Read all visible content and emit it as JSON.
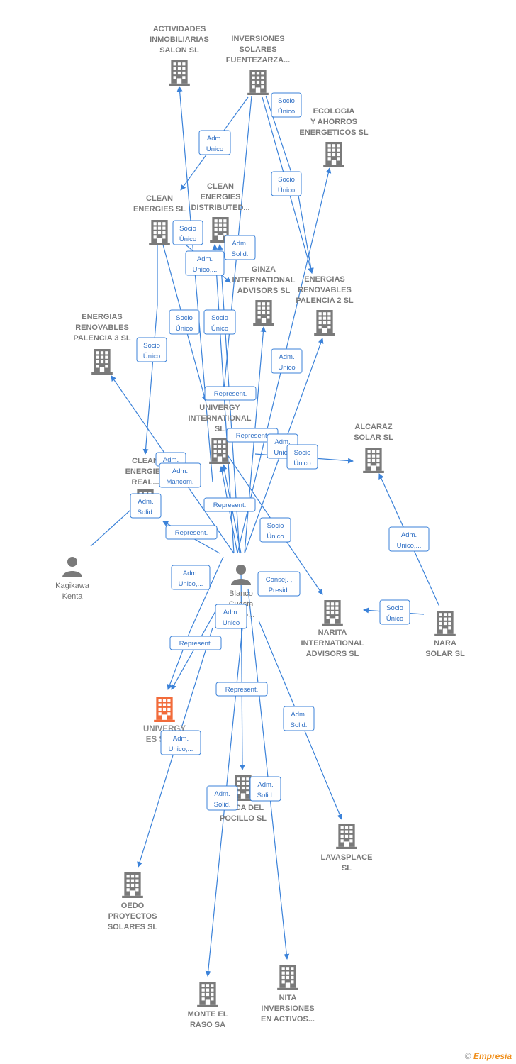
{
  "nodes": [
    {
      "id": "actividades",
      "type": "company",
      "label": [
        "ACTIVIDADES",
        "INMOBILIARIAS",
        "SALON SL"
      ]
    },
    {
      "id": "inversiones_solares",
      "type": "company",
      "label": [
        "INVERSIONES",
        "SOLARES",
        "FUENTEZARZA..."
      ]
    },
    {
      "id": "ecologia",
      "type": "company",
      "label": [
        "ECOLOGIA",
        "Y AHORROS",
        "ENERGETICOS SL"
      ]
    },
    {
      "id": "clean_energies",
      "type": "company",
      "label": [
        "CLEAN",
        "ENERGIES SL"
      ]
    },
    {
      "id": "clean_distributed",
      "type": "company",
      "label": [
        "CLEAN",
        "ENERGIES",
        "DISTRIBUTED..."
      ]
    },
    {
      "id": "ginza",
      "type": "company",
      "label": [
        "GINZA",
        "INTERNATIONAL",
        "ADVISORS SL"
      ]
    },
    {
      "id": "energias_p2",
      "type": "company",
      "label": [
        "ENERGIAS",
        "RENOVABLES",
        "PALENCIA 2 SL"
      ]
    },
    {
      "id": "energias_p3",
      "type": "company",
      "label": [
        "ENERGIAS",
        "RENOVABLES",
        "PALENCIA 3 SL"
      ]
    },
    {
      "id": "univergy_intl",
      "type": "company",
      "label": [
        "UNIVERGY",
        "INTERNATIONAL",
        "SL"
      ]
    },
    {
      "id": "alcaraz",
      "type": "company",
      "label": [
        "ALCARAZ",
        "SOLAR SL"
      ]
    },
    {
      "id": "clean_real",
      "type": "company",
      "label": [
        "CLEAN",
        "ENERGIES",
        "REAL..."
      ]
    },
    {
      "id": "kagikawa",
      "type": "person",
      "label": [
        "Kagikawa",
        "Kenta"
      ]
    },
    {
      "id": "blanco",
      "type": "person",
      "label": [
        "Blanco",
        "Cuesta",
        "Pedro..."
      ]
    },
    {
      "id": "narita",
      "type": "company",
      "label": [
        "NARITA",
        "INTERNATIONAL",
        "ADVISORS SL"
      ]
    },
    {
      "id": "nara",
      "type": "company",
      "label": [
        "NARA",
        "SOLAR SL"
      ]
    },
    {
      "id": "univergy_es",
      "type": "company",
      "main": true,
      "label": [
        "UNIVERGY",
        "ES SPO..."
      ]
    },
    {
      "id": "finca",
      "type": "company",
      "label": [
        "FINCA DEL",
        "POCILLO SL"
      ]
    },
    {
      "id": "lavasplace",
      "type": "company",
      "label": [
        "LAVASPLACE",
        "SL"
      ]
    },
    {
      "id": "oedo",
      "type": "company",
      "label": [
        "OEDO",
        "PROYECTOS",
        "SOLARES SL"
      ]
    },
    {
      "id": "monte",
      "type": "company",
      "label": [
        "MONTE EL",
        "RASO SA"
      ]
    },
    {
      "id": "nita",
      "type": "company",
      "label": [
        "NITA",
        "INVERSIONES",
        "EN ACTIVOS..."
      ]
    }
  ],
  "edge_labels": [
    {
      "id": "e1",
      "lines": [
        "Socio",
        "Único"
      ]
    },
    {
      "id": "e2",
      "lines": [
        "Adm.",
        "Unico"
      ]
    },
    {
      "id": "e3",
      "lines": [
        "Socio",
        "Único"
      ]
    },
    {
      "id": "e4",
      "lines": [
        "Socio",
        "Único"
      ]
    },
    {
      "id": "e5",
      "lines": [
        "Adm.",
        "Solid."
      ]
    },
    {
      "id": "e6",
      "lines": [
        "Adm.",
        "Unico,..."
      ]
    },
    {
      "id": "e7",
      "lines": [
        "Socio",
        "Único"
      ]
    },
    {
      "id": "e8",
      "lines": [
        "Socio",
        "Único"
      ]
    },
    {
      "id": "e9",
      "lines": [
        "Socio",
        "Único"
      ]
    },
    {
      "id": "e10",
      "lines": [
        "Adm.",
        "Unico"
      ]
    },
    {
      "id": "e11",
      "lines": [
        "Represent."
      ]
    },
    {
      "id": "e12",
      "lines": [
        "Represent."
      ]
    },
    {
      "id": "e13",
      "lines": [
        "Adm.",
        "Unico"
      ]
    },
    {
      "id": "e14",
      "lines": [
        "Socio",
        "Único"
      ]
    },
    {
      "id": "e15",
      "lines": [
        "Adm."
      ]
    },
    {
      "id": "e16",
      "lines": [
        "Adm.",
        "Mancom."
      ]
    },
    {
      "id": "e17",
      "lines": [
        "Adm.",
        "Solid."
      ]
    },
    {
      "id": "e18",
      "lines": [
        "Represent."
      ]
    },
    {
      "id": "e19",
      "lines": [
        "Represent."
      ]
    },
    {
      "id": "e20",
      "lines": [
        "Socio",
        "Único"
      ]
    },
    {
      "id": "e21",
      "lines": [
        "Adm.",
        "Unico,..."
      ]
    },
    {
      "id": "e22",
      "lines": [
        "Adm.",
        "Unico,..."
      ]
    },
    {
      "id": "e23",
      "lines": [
        "Consej. ,",
        "Presid."
      ]
    },
    {
      "id": "e24",
      "lines": [
        "Socio",
        "Único"
      ]
    },
    {
      "id": "e25",
      "lines": [
        "Adm.",
        "Unico"
      ]
    },
    {
      "id": "e26",
      "lines": [
        "Represent."
      ]
    },
    {
      "id": "e27",
      "lines": [
        "Represent."
      ]
    },
    {
      "id": "e28",
      "lines": [
        "Adm.",
        "Solid."
      ]
    },
    {
      "id": "e29",
      "lines": [
        "Adm.",
        "Unico,..."
      ]
    },
    {
      "id": "e30",
      "lines": [
        "Adm.",
        "Solid."
      ]
    },
    {
      "id": "e31",
      "lines": [
        "Adm.",
        "Solid."
      ]
    }
  ],
  "colors": {
    "edge": "#3b82d9",
    "node": "#7a7a7a",
    "main_node": "#f26b3a"
  },
  "brand": {
    "symbol": "©",
    "initial": "E",
    "name": "mpresia"
  }
}
